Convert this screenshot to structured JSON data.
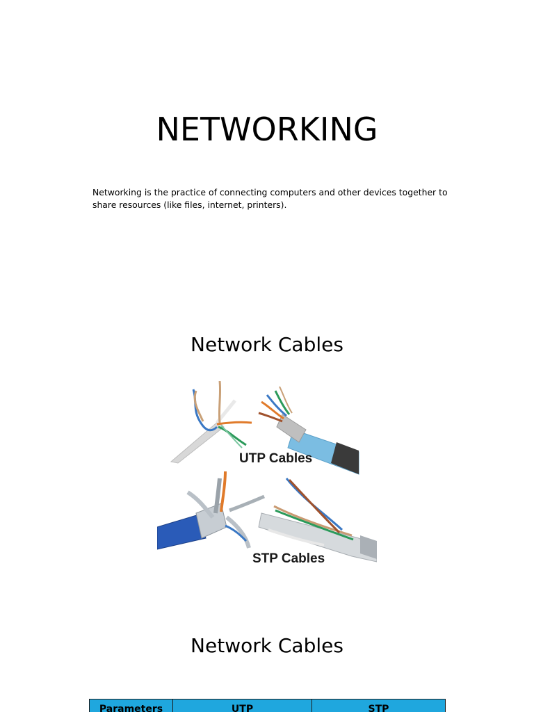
{
  "document": {
    "title": "NETWORKING",
    "intro": "Networking is the practice of connecting computers and other devices together to share resources (like files, internet, printers).",
    "sections": [
      {
        "heading": "Network Cables",
        "figure": {
          "captions": [
            "UTP Cables",
            "STP Cables"
          ]
        }
      },
      {
        "heading": "Network Cables",
        "table": {
          "headers": [
            "Parameters",
            "UTP",
            "STP"
          ]
        }
      }
    ]
  },
  "colors": {
    "table_header_bg": "#1fa7de"
  }
}
